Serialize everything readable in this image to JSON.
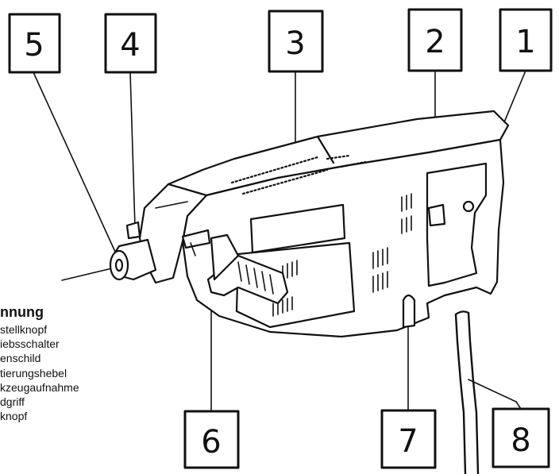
{
  "legend": {
    "title": "nnung",
    "items": [
      "stellknopf",
      "iebsschalter",
      "enschild",
      "tierungshebel",
      "kzeugaufnahme",
      "dgriff",
      "knopf"
    ]
  },
  "callouts": [
    "1",
    "2",
    "3",
    "4",
    "5",
    "6",
    "7",
    "8"
  ],
  "colors": {
    "ink": "#111111",
    "paper": "#ffffff"
  }
}
